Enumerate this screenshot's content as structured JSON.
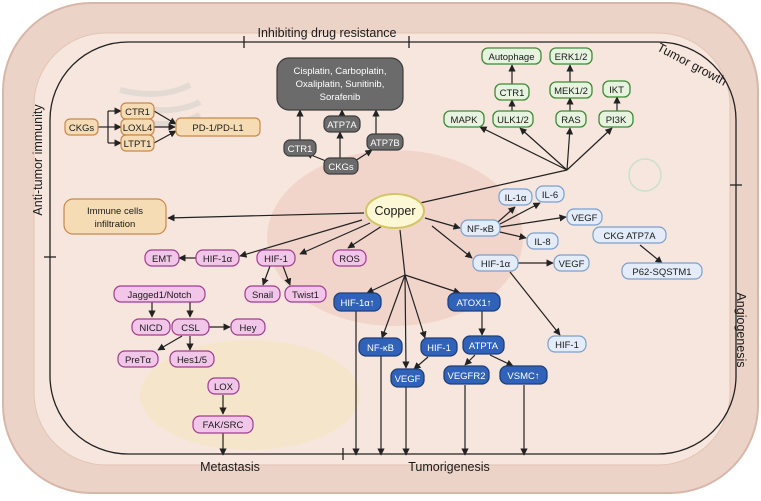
{
  "labels": {
    "inhibiting": "Inhibiting drug resistance",
    "tumor_growth": "Tumor growth",
    "anti_tumor": "Anti-tumor immunity",
    "angiogenesis": "Angiogenesis",
    "metastasis": "Metastasis",
    "tumorigenesis": "Tumorigenesis"
  },
  "nodes": {
    "copper": "Copper",
    "ckgs_left": "CKGs",
    "ctr1_left": "CTR1",
    "loxl4": "LOXL4",
    "ltpt1": "LTPT1",
    "pdl1": "PD-1/PD-L1",
    "drugs_line1": "Cisplatin, Carboplatin,",
    "drugs_line2": "Oxaliplatin, Sunitinib,",
    "drugs_line3": "Sorafenib",
    "ctr1_drug": "CTR1",
    "atp7a_drug": "ATP7A",
    "atp7b_drug": "ATP7B",
    "ckgs_drug": "CKGs",
    "autophage": "Autophage",
    "erk12": "ERK1/2",
    "ctr1_green": "CTR1",
    "mek12": "MEK1/2",
    "ikt": "IKT",
    "mapk": "MAPK",
    "ulk12": "ULK1/2",
    "ras": "RAS",
    "pi3k": "PI3K",
    "immune": "Immune cells infiltration",
    "emt": "EMT",
    "hif1a_pink": "HIF-1α",
    "hif1_pink": "HIF-1",
    "ros": "ROS",
    "snail": "Snail",
    "twist1": "Twist1",
    "jagged": "Jagged1/Notch",
    "nicd": "NICD",
    "csl": "CSL",
    "hey": "Hey",
    "pretalpha": "PreTα",
    "hes": "Hes1/5",
    "lox": "LOX",
    "fak": "FAK/SRC",
    "il1a": "IL-1α",
    "il6": "IL-6",
    "nfkb_light": "NF-κB",
    "vegf_light1": "VEGF",
    "il8": "IL-8",
    "hif1a_light": "HIF-1α",
    "vegf_light2": "VEGF",
    "ckg_atp7a": "CKG ATP7A",
    "p62": "P62-SQSTM1",
    "hif1_light": "HIF-1",
    "hif1a_up": "HIF-1α↑",
    "atox1_up": "ATOX1↑",
    "nfkb_blue": "NF-κB",
    "hif1_blue": "HIF-1",
    "atpta": "ATPTA",
    "vegf_blue": "VEGF",
    "vegfr2": "VEGFR2",
    "vsmc_up": "VSMC↑"
  },
  "colors": {
    "cell_outer": "#ecd3c8",
    "cell_inner": "#f7e6dd",
    "orange_fill": "#f5dcb4",
    "orange_stroke": "#c9884c",
    "green_fill": "#e6f3df",
    "green_stroke": "#3e8a34",
    "pink_fill": "#f2c6e8",
    "pink_stroke": "#a13c8f",
    "blue_fill": "#2f62b8",
    "blue_stroke": "#1f3f7a",
    "lightblue_fill": "#e3ecf8",
    "lightblue_stroke": "#7b9fcf",
    "gray_fill": "#6b6b6b",
    "copper_fill": "#fcf7d4"
  }
}
